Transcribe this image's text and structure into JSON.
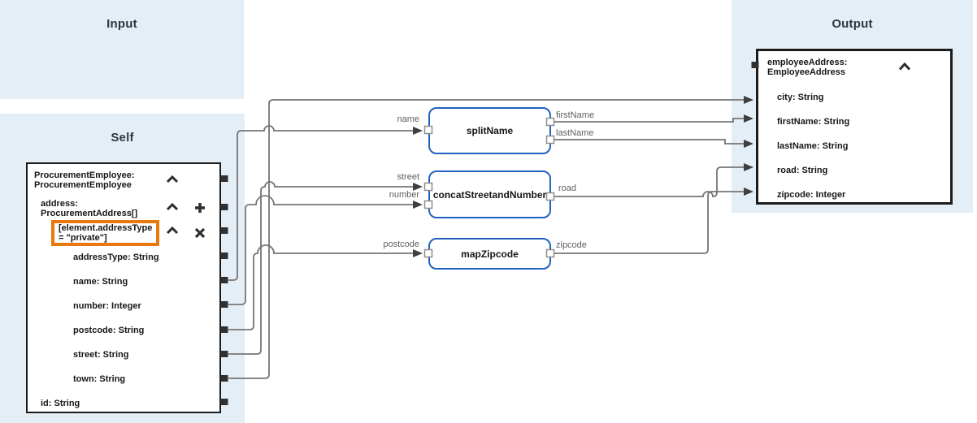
{
  "panels": {
    "input": {
      "title": "Input"
    },
    "self": {
      "title": "Self"
    },
    "output": {
      "title": "Output"
    }
  },
  "self_tree": {
    "root": "ProcurementEmployee:\nProcurementEmployee",
    "address": "address:\nProcurementAddress[]",
    "filter": "[element.addressType\n= \"private\"]",
    "fields": [
      "addressType: String",
      "name: String",
      "number: Integer",
      "postcode: String",
      "street: String",
      "town: String"
    ],
    "id_field": "id: String",
    "controls": {
      "collapse": "chevron-up",
      "add": "plus",
      "remove": "x"
    }
  },
  "output_tree": {
    "root": "employeeAddress:\nEmployeeAddress",
    "fields": [
      "city: String",
      "firstName: String",
      "lastName: String",
      "road: String",
      "zipcode: Integer"
    ]
  },
  "functions": [
    {
      "name": "splitName",
      "inputs": [
        "name"
      ],
      "outputs": [
        "firstName",
        "lastName"
      ]
    },
    {
      "name": "concatStreetandNumber",
      "inputs": [
        "street",
        "number"
      ],
      "outputs": [
        "road"
      ]
    },
    {
      "name": "mapZipcode",
      "inputs": [
        "postcode"
      ],
      "outputs": [
        "zipcode"
      ]
    }
  ],
  "connections": [
    {
      "from": "self.name",
      "to": "splitName.name"
    },
    {
      "from": "self.number",
      "to": "concatStreetandNumber.number"
    },
    {
      "from": "self.postcode",
      "to": "mapZipcode.postcode"
    },
    {
      "from": "self.street",
      "to": "concatStreetandNumber.street"
    },
    {
      "from": "self.town",
      "to": "output.city"
    },
    {
      "from": "splitName.firstName",
      "to": "output.firstName"
    },
    {
      "from": "splitName.lastName",
      "to": "output.lastName"
    },
    {
      "from": "concatStreetandNumber.road",
      "to": "output.road"
    },
    {
      "from": "mapZipcode.zipcode",
      "to": "output.zipcode"
    }
  ],
  "colors": {
    "panel_bg": "#e4eef7",
    "wire": "#757575",
    "arrow": "#3f3f3f",
    "function_border": "#1f63c0",
    "box_border": "#1b1b1b",
    "highlight_orange": "#e8790f",
    "dark_port": "#303030",
    "label_gray": "#5b5f63",
    "title_gray": "#32363a"
  }
}
